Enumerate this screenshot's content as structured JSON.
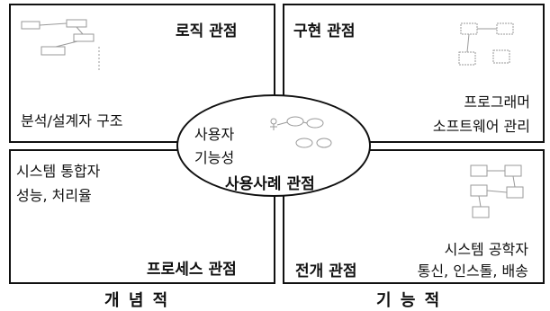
{
  "logic_view": {
    "title": "로직 관점",
    "caption": "분석/설계자 구조"
  },
  "implementation_view": {
    "title": "구현 관점",
    "caption_line1": "프로그래머",
    "caption_line2": "소프트웨어 관리"
  },
  "process_view": {
    "caption_line1": "시스템 통합자",
    "caption_line2": "성능, 처리율",
    "title": "프로세스 관점"
  },
  "deployment_view": {
    "title": "전개 관점",
    "caption_line1": "시스템 공학자",
    "caption_line2": "통신, 인스톨, 배송"
  },
  "use_case_view": {
    "line1": "사용자",
    "line2": "기능성",
    "title": "사용사례 관점"
  },
  "bottom_labels": {
    "left": "개 념 적",
    "right": "기 능 적"
  }
}
